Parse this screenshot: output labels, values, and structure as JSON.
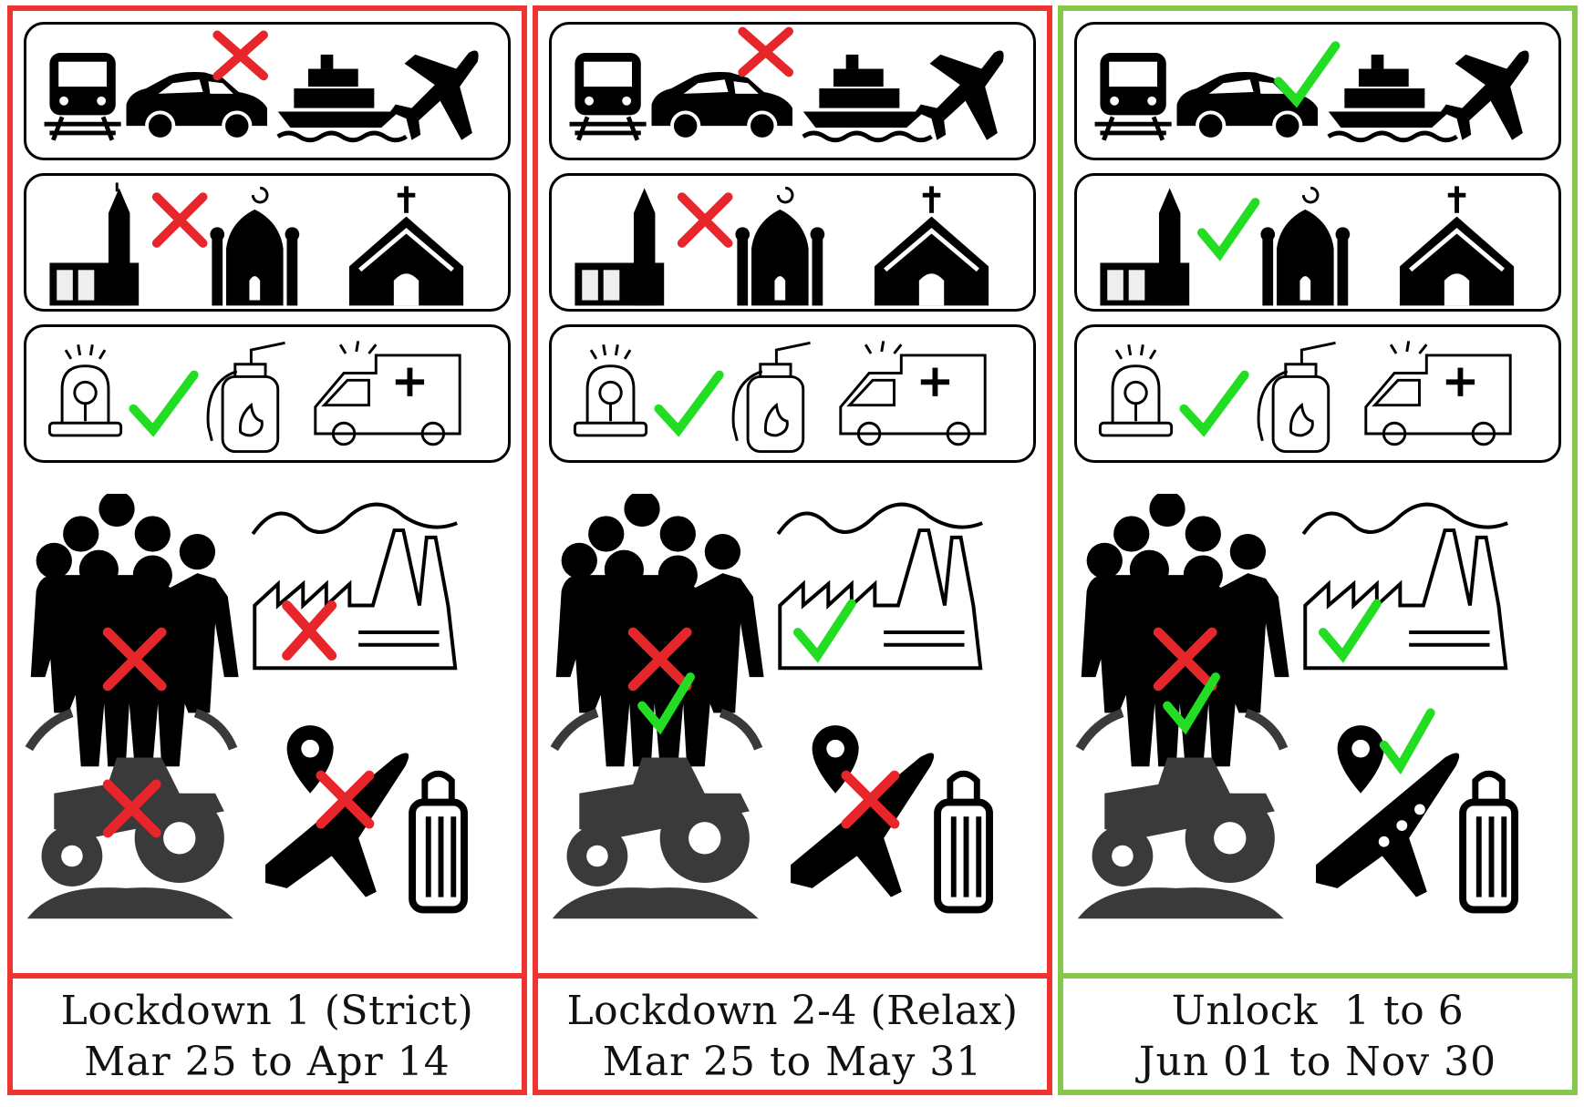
{
  "colors": {
    "restricted": "#ee3333",
    "allowed": "#86c94a",
    "cross": "#e6262a",
    "check": "#22dd22",
    "icon": "#000000",
    "tractor": "#3a3a3a"
  },
  "phases": [
    {
      "title": "Lockdown 1 (Strict)",
      "dates": "Mar 25 to Apr 14",
      "border": "restricted",
      "status": {
        "transport": "no",
        "worship": "no",
        "emergency": "yes",
        "gathering": "no",
        "industry": "no",
        "agriculture": "no",
        "travel": "no"
      }
    },
    {
      "title": "Lockdown 2-4 (Relax)",
      "dates": "Mar 25 to May 31",
      "border": "restricted",
      "status": {
        "transport": "no",
        "worship": "no",
        "emergency": "yes",
        "gathering": "no",
        "industry": "yes",
        "agriculture": "yes",
        "travel": "no"
      }
    },
    {
      "title": "Unlock  1 to 6",
      "dates": "Jun 01 to Nov 30",
      "border": "allowed",
      "status": {
        "transport": "yes",
        "worship": "yes",
        "emergency": "yes",
        "gathering": "no",
        "industry": "yes",
        "agriculture": "yes",
        "travel": "yes"
      }
    }
  ]
}
